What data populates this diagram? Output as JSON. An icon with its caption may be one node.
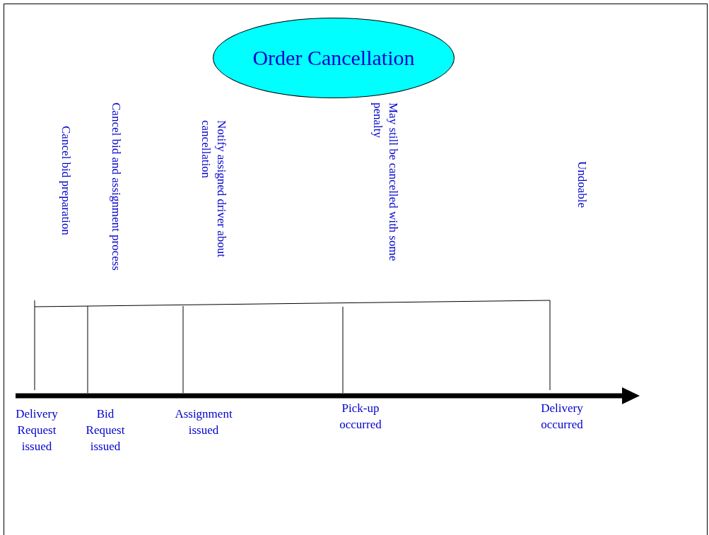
{
  "diagram": {
    "nodes": [
      {
        "text": [
          "Order Cancellation"
        ]
      }
    ],
    "labels": [
      "Cancel bid preparation",
      "Cancel bid and assignment process",
      "Notify assigned driver about cancellation",
      "May still be cancelled with some penalty",
      "Undoable",
      "Delivery Request issued",
      "Bid Request issued",
      "Assignment issued",
      "Pick-up occurred",
      "Delivery occurred"
    ]
  }
}
